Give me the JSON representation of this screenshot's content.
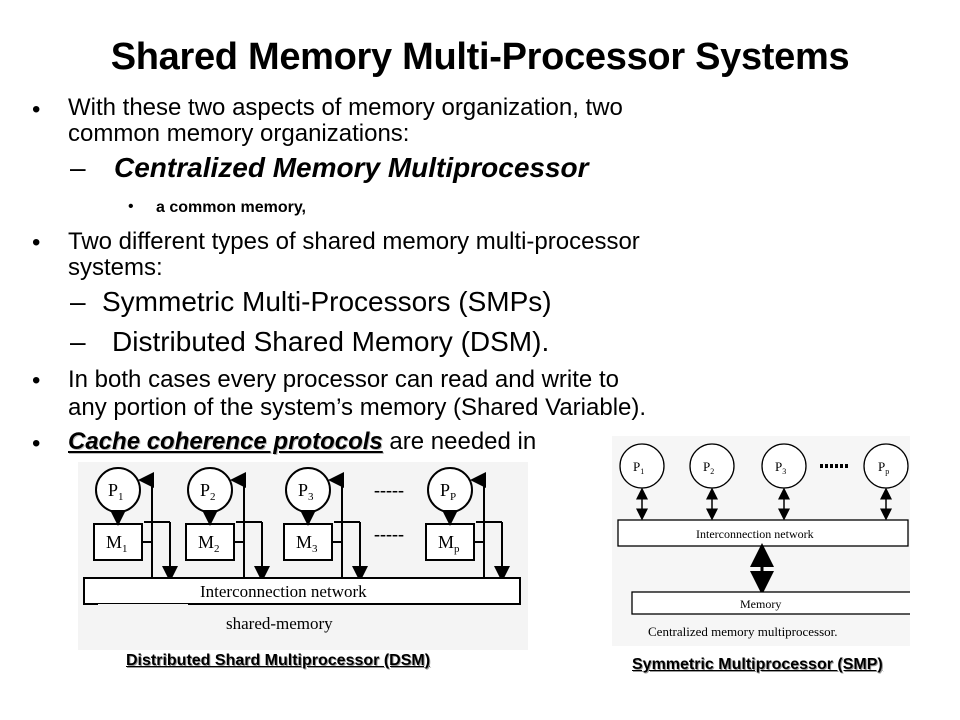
{
  "title": "Shared Memory Multi-Processor Systems",
  "bullets": {
    "b1_line1": "With these two aspects of memory organization, two",
    "b1_line2": "common memory organizations:",
    "sub_centralized": "Centralized Memory Multiprocessor",
    "subsub_common": "a common memory,",
    "b2_line1": "Two different types of shared memory multi-processor",
    "b2_line2": "systems:",
    "sub_smp": "Symmetric Multi-Processors (SMPs)",
    "sub_dsm": "Distributed Shared Memory (DSM).",
    "b3_line1": "In both cases every processor can read and write to",
    "b3_line2": "any portion of the system’s memory  (Shared Variable).",
    "b4_emph": "Cache coherence protocols",
    "b4_rest": " are needed in"
  },
  "bullet_char": "•",
  "dash_char": "–",
  "dsm_figure": {
    "processors": [
      "P",
      "P",
      "P",
      "P"
    ],
    "processor_subs": [
      "1",
      "2",
      "3",
      "P"
    ],
    "memories": [
      "M",
      "M",
      "M",
      "M"
    ],
    "memory_subs": [
      "1",
      "2",
      "3",
      "p"
    ],
    "ellipsis1": "-----",
    "ellipsis2": "-----",
    "network_label": "Interconnection network",
    "shared_label": "shared-memory",
    "caption": "Distributed  Shard Multiprocessor (DSM)"
  },
  "smp_figure": {
    "processors": [
      "P",
      "P",
      "P",
      "P"
    ],
    "processor_subs": [
      "1",
      "2",
      "3",
      "p"
    ],
    "network_label": "Interconnection network",
    "memory_label": "Memory",
    "figure_caption": "Centralized memory multiprocessor.",
    "caption": "Symmetric Multiprocessor (SMP)"
  }
}
